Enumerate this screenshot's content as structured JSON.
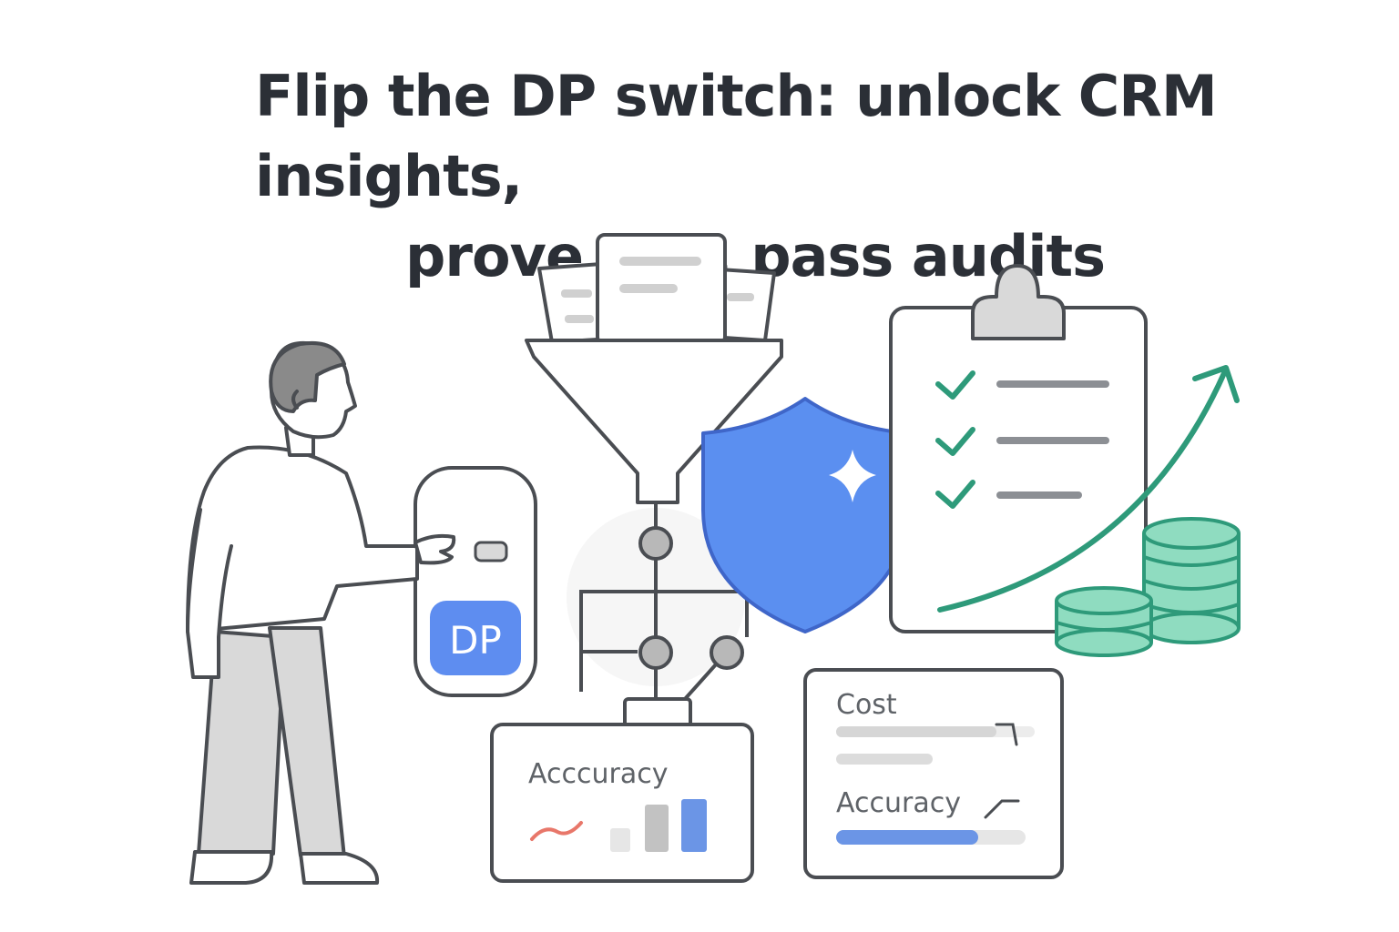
{
  "title": {
    "line1": "Flip the DP switch: unlock CRM insights,",
    "line2": "prove ROI, pass audits"
  },
  "switch_panel": {
    "badge_label": "DP"
  },
  "accuracy_card": {
    "label": "Acccuracy"
  },
  "cost_card": {
    "cost_label": "Cost",
    "accuracy_label": "Accuracy",
    "accuracy_level": 0.75
  },
  "icons": [
    "person-figure",
    "document-stack-icon",
    "funnel-icon",
    "network-node-icon",
    "shield-sparkle-icon",
    "clipboard-checklist-icon",
    "growth-arrow-icon",
    "coin-stack-icon"
  ],
  "colors": {
    "outline": "#4a4d52",
    "shield_blue": "#5b8ff0",
    "shield_stroke": "#3f66c9",
    "dp_blue": "#5e8df0",
    "check_green": "#2e9a7a",
    "coin_green": "#8fdcc0",
    "coin_stroke": "#2e9a7a",
    "bar_blue": "#6b95e6",
    "spark_red": "#e8776a",
    "person_pants": "#d9d9d9",
    "hair": "#8a8a8a"
  }
}
